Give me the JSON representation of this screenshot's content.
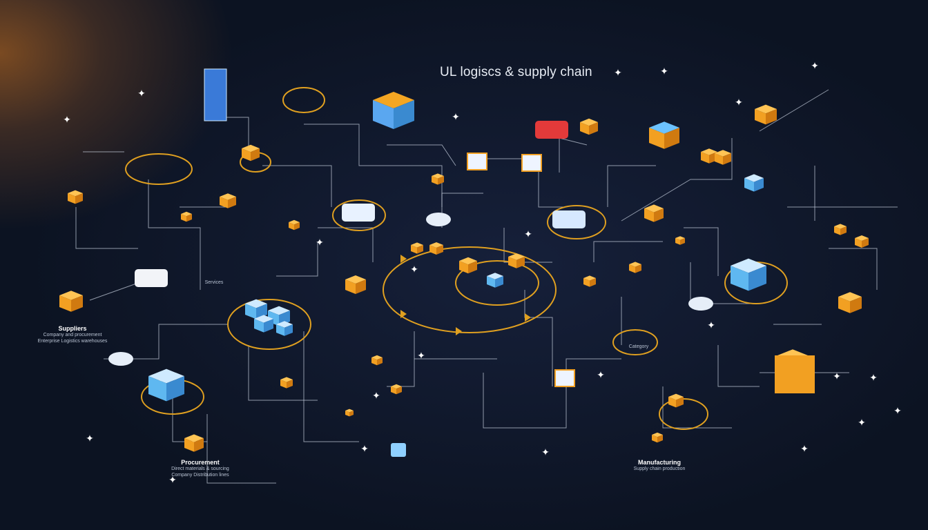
{
  "title": "UL logiscs & supply chain",
  "colors": {
    "background": "#0c1322",
    "accent_orange": "#f2a022",
    "accent_blue": "#5fb8f0",
    "line": "#c9d2e0",
    "ring": "#e0a020"
  },
  "labels": {
    "suppliers": {
      "heading": "Suppliers",
      "lines": [
        "Company and procurement",
        "Enterprise Logistics warehouses"
      ]
    },
    "procurement": {
      "heading": "Procurement",
      "lines": [
        "Direct materials & sourcing",
        "Company Distribution lines"
      ]
    },
    "manufacturing": {
      "heading": "Manufacturing",
      "lines": [
        "Supply chain production"
      ]
    },
    "category": {
      "heading": "Category",
      "lines": []
    },
    "services": {
      "heading": "Services",
      "lines": []
    }
  }
}
